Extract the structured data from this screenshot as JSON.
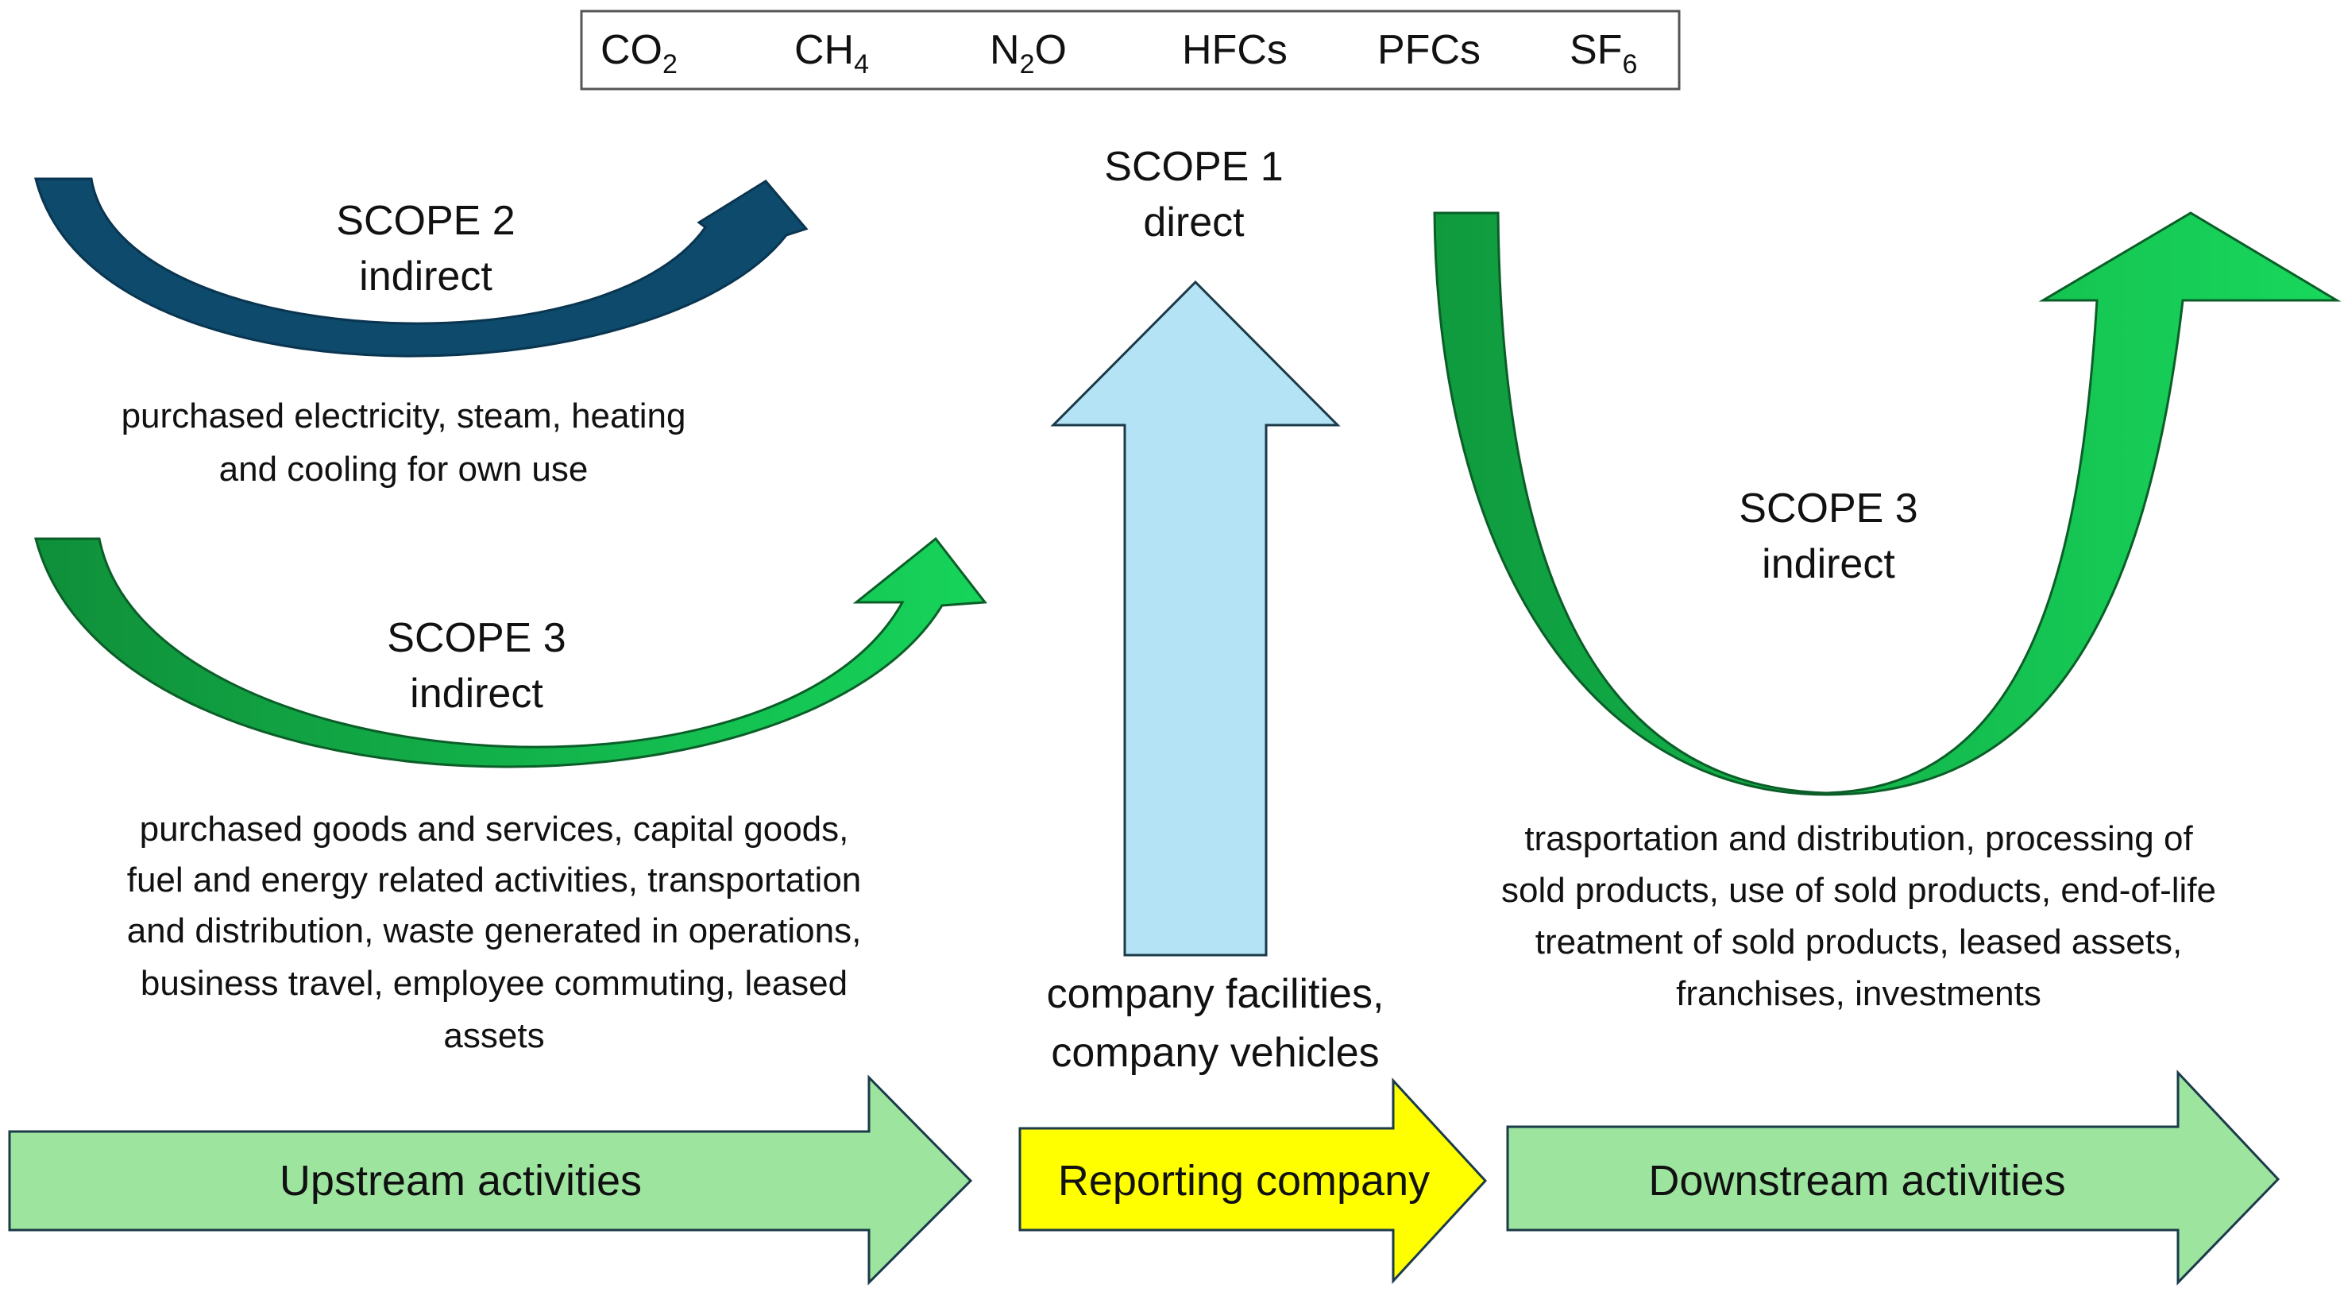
{
  "gases": [
    {
      "base": "CO",
      "sub": "2"
    },
    {
      "base": "CH",
      "sub": "4"
    },
    {
      "base": "N",
      "sub": "2",
      "tail": "O"
    },
    {
      "base": "HFCs",
      "sub": ""
    },
    {
      "base": "PFCs",
      "sub": ""
    },
    {
      "base": "SF",
      "sub": "6"
    }
  ],
  "scope2": {
    "title": "SCOPE 2",
    "kind": "indirect",
    "description": [
      "purchased electricity, steam, heating",
      "and cooling for own use"
    ]
  },
  "scope3_upstream": {
    "title": "SCOPE 3",
    "kind": "indirect",
    "description": [
      "purchased goods and services, capital goods,",
      "fuel and energy related activities, transportation",
      "and distribution, waste generated in operations,",
      "business travel, employee commuting, leased",
      "assets"
    ]
  },
  "scope1": {
    "title": "SCOPE 1",
    "kind": "direct",
    "description": [
      "company facilities,",
      "company vehicles"
    ]
  },
  "scope3_downstream": {
    "title": "SCOPE 3",
    "kind": "indirect",
    "description": [
      "trasportation and distribution, processing of",
      "sold products,  use of sold products, end-of-life",
      "treatment of sold products, leased assets,",
      "franchises, investments"
    ]
  },
  "flow": {
    "upstream": "Upstream activities",
    "reporting": "Reporting company",
    "downstream": "Downstream activities"
  },
  "colors": {
    "scope2_arrow": "#0d4a6b",
    "scope3_dark": "#0f8f3a",
    "scope3_light": "#16d45a",
    "scope1_arrow": "#b3e3f5",
    "flow_green": "#9de49f",
    "flow_yellow": "#ffff00",
    "stroke": "#1b3a4a"
  }
}
